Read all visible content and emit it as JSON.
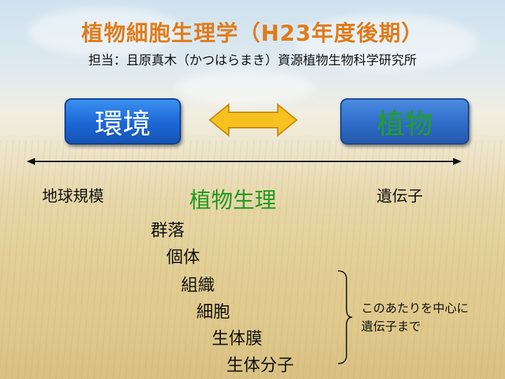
{
  "title": "植物細胞生理学（H23年度後期）",
  "subtitle": "担当：且原真木（かつはらまき）資源植物生物科学研究所",
  "box_env": "環境",
  "box_plant": "植物",
  "scale": {
    "left": "地球規模",
    "center": "植物生理",
    "right": "遺伝子"
  },
  "levels": [
    "群落",
    "個体",
    "組織",
    "細胞",
    "生体膜",
    "生体分子"
  ],
  "note": {
    "line1": "このあたりを中心に",
    "line2": "遺伝子まで"
  },
  "colors": {
    "title": "#e07b1a",
    "physiology": "#1f9a1f",
    "env_box": "#1c66d6",
    "plant_box": "#2e6cc9",
    "plant_text": "#22a022",
    "arrow_fill": "#f7c21f"
  }
}
